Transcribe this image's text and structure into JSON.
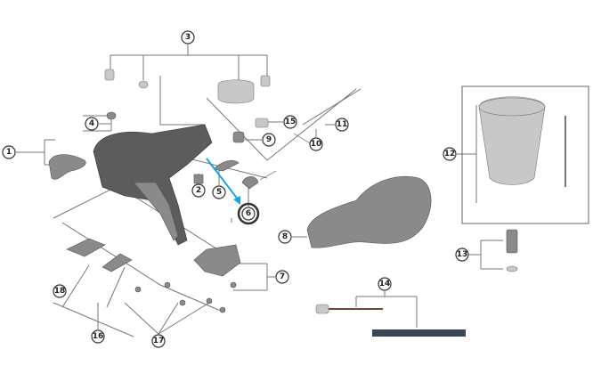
{
  "diagram": {
    "callouts": [
      "1",
      "2",
      "3",
      "4",
      "5",
      "6",
      "7",
      "8",
      "9",
      "10",
      "11",
      "12",
      "13",
      "14",
      "15",
      "16",
      "17",
      "18"
    ],
    "highlight_color": "#1aa3e0"
  }
}
